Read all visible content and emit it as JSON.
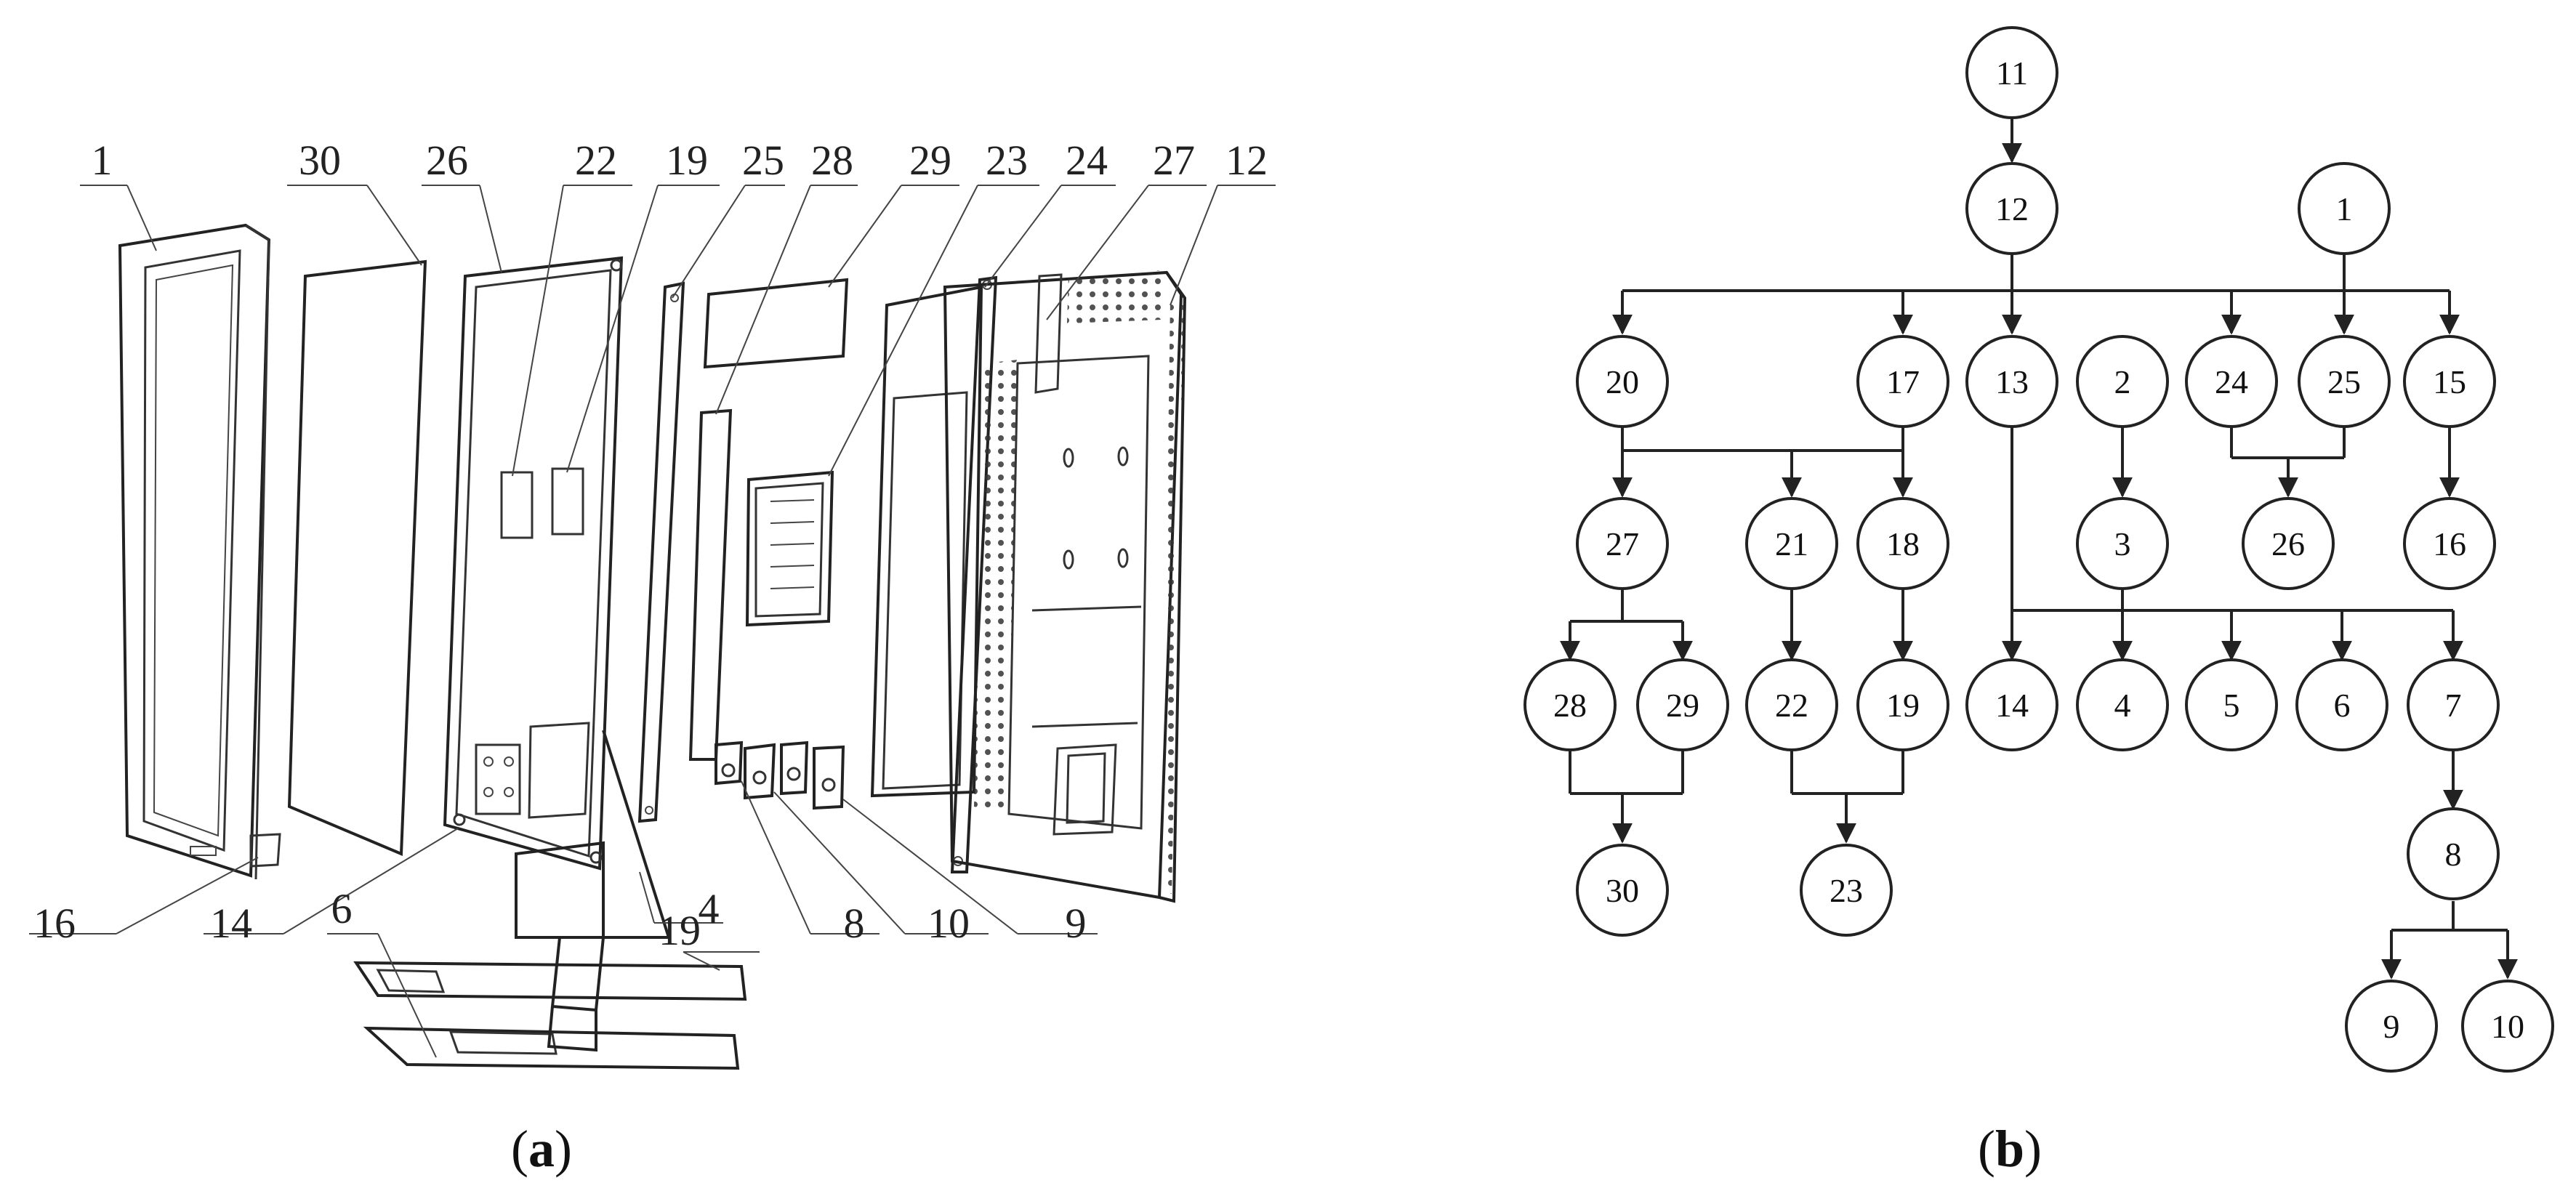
{
  "panel_a": {
    "label_open": "(",
    "label_letter": "a",
    "label_close": ")",
    "callouts_top": [
      "1",
      "30",
      "26",
      "22",
      "19",
      "25",
      "28",
      "29",
      "23",
      "24",
      "27",
      "12"
    ],
    "callouts_bottom": [
      "16",
      "14",
      "6",
      "4",
      "8",
      "10",
      "9"
    ],
    "callout_side": "19"
  },
  "panel_b": {
    "label_open": "(",
    "label_letter": "b",
    "label_close": ")",
    "nodes": [
      "11",
      "12",
      "1",
      "20",
      "17",
      "13",
      "2",
      "24",
      "25",
      "15",
      "27",
      "21",
      "18",
      "3",
      "26",
      "16",
      "28",
      "29",
      "22",
      "19",
      "14",
      "4",
      "5",
      "6",
      "7",
      "8",
      "30",
      "23",
      "9",
      "10"
    ],
    "edges": [
      [
        "11",
        "12"
      ],
      [
        "12",
        "20"
      ],
      [
        "12",
        "17"
      ],
      [
        "12",
        "13"
      ],
      [
        "12",
        "24"
      ],
      [
        "12",
        "15"
      ],
      [
        "1",
        "25"
      ],
      [
        "2",
        "3"
      ],
      [
        "24",
        "26"
      ],
      [
        "25",
        "26"
      ],
      [
        "15",
        "16"
      ],
      [
        "20",
        "27"
      ],
      [
        "20",
        "21"
      ],
      [
        "20",
        "18"
      ],
      [
        "17",
        "27"
      ],
      [
        "17",
        "21"
      ],
      [
        "17",
        "18"
      ],
      [
        "27",
        "28"
      ],
      [
        "27",
        "29"
      ],
      [
        "21",
        "22"
      ],
      [
        "18",
        "19"
      ],
      [
        "13",
        "14"
      ],
      [
        "13",
        "4"
      ],
      [
        "13",
        "5"
      ],
      [
        "13",
        "6"
      ],
      [
        "13",
        "7"
      ],
      [
        "3",
        "4"
      ],
      [
        "28",
        "30"
      ],
      [
        "29",
        "30"
      ],
      [
        "22",
        "23"
      ],
      [
        "19",
        "23"
      ],
      [
        "7",
        "8"
      ],
      [
        "8",
        "9"
      ],
      [
        "8",
        "10"
      ]
    ]
  }
}
